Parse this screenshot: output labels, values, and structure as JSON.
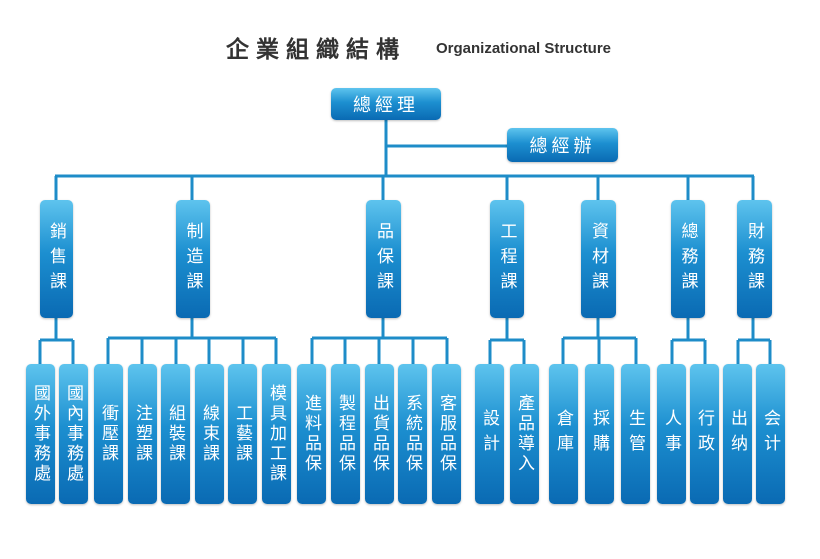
{
  "header": {
    "title_zh": "企業組織結構",
    "title_en": "Organizational Structure"
  },
  "colors": {
    "line": "#1e8cc8",
    "box_top": "#5ec4ee",
    "box_bottom": "#0a6ab3",
    "text": "#ffffff"
  },
  "top": {
    "general_manager": "總經理",
    "gm_office": "總經辦"
  },
  "departments": [
    {
      "label": "銷售課",
      "subunits": [
        "國外事務處",
        "國內事務處"
      ]
    },
    {
      "label": "制造課",
      "subunits": [
        "衝壓課",
        "注塑課",
        "組裝課",
        "線束課",
        "工藝課",
        "模具加工課"
      ]
    },
    {
      "label": "品保課",
      "subunits": [
        "進料品保",
        "製程品保",
        "出貨品保",
        "系統品保",
        "客服品保"
      ]
    },
    {
      "label": "工程課",
      "subunits": [
        "設計",
        "產品導入"
      ]
    },
    {
      "label": "資材課",
      "subunits": [
        "倉庫",
        "採購",
        "生管"
      ]
    },
    {
      "label": "總務課",
      "subunits": [
        "人事",
        "行政"
      ]
    },
    {
      "label": "財務課",
      "subunits": [
        "出纳",
        "会计"
      ]
    }
  ]
}
